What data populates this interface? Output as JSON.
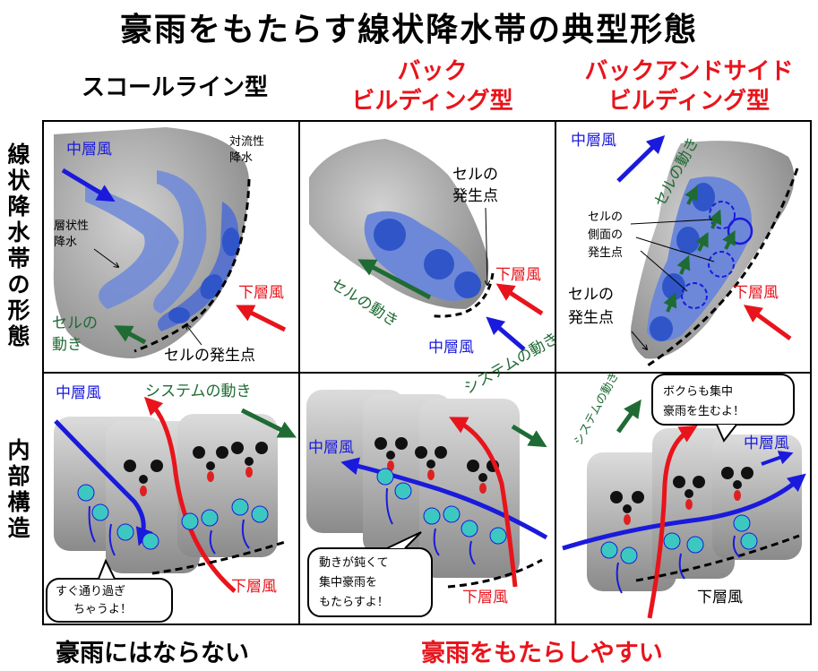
{
  "title": "豪雨をもたらす線状降水帯の典型形態",
  "columns": [
    {
      "label": "スコールライン型",
      "color": "#000000"
    },
    {
      "label_line1": "バック",
      "label_line2": "ビルディング型",
      "color": "#e8141c"
    },
    {
      "label_line1": "バックアンドサイド",
      "label_line2": "ビルディング型",
      "color": "#e8141c"
    }
  ],
  "rows": [
    {
      "label": "線状降水帯の形態"
    },
    {
      "label": "内部構造"
    }
  ],
  "panel_squall": {
    "mid_wind": "中層風",
    "convective_line1": "対流性",
    "convective_line2": "降水",
    "stratiform_line1": "層状性",
    "stratiform_line2": "降水",
    "low_wind": "下層風",
    "cell_motion_line1": "セルの",
    "cell_motion_line2": "動き",
    "origin": "セルの発生点"
  },
  "panel_back": {
    "origin_line1": "セルの",
    "origin_line2": "発生点",
    "low_wind": "下層風",
    "cell_motion": "セルの動き",
    "mid_wind": "中層風"
  },
  "panel_backside": {
    "mid_wind": "中層風",
    "cell_motion": "セルの動き",
    "side_line1": "セルの",
    "side_line2": "側面の",
    "side_line3": "発生点",
    "low_wind": "下層風",
    "origin_line1": "セルの",
    "origin_line2": "発生点"
  },
  "panel_inner1": {
    "mid_wind": "中層風",
    "system_motion": "システムの動き",
    "bubble_line1": "すぐ通り過ぎ",
    "bubble_line2": "ちゃうよ！",
    "low_wind": "下層風"
  },
  "panel_inner2": {
    "system_motion": "システムの動き",
    "mid_wind": "中層風",
    "bubble_line1": "動きが鈍くて",
    "bubble_line2": "集中豪雨を",
    "bubble_line3": "もたらすよ！",
    "low_wind": "下層風"
  },
  "panel_inner3": {
    "system_motion": "システムの動き",
    "bubble_line1": "ボクらも集中",
    "bubble_line2": "豪雨を生むよ！",
    "mid_wind": "中層風",
    "low_wind": "下層風"
  },
  "bottom_left": "豪雨にはならない",
  "bottom_right": "豪雨をもたらしやすい",
  "colors": {
    "red": "#e8141c",
    "blue": "#1a1adc",
    "green": "#1f6b34",
    "cloud": "#a8a8a8",
    "rain": "#6d88d8",
    "cell": "#2f55c8"
  }
}
